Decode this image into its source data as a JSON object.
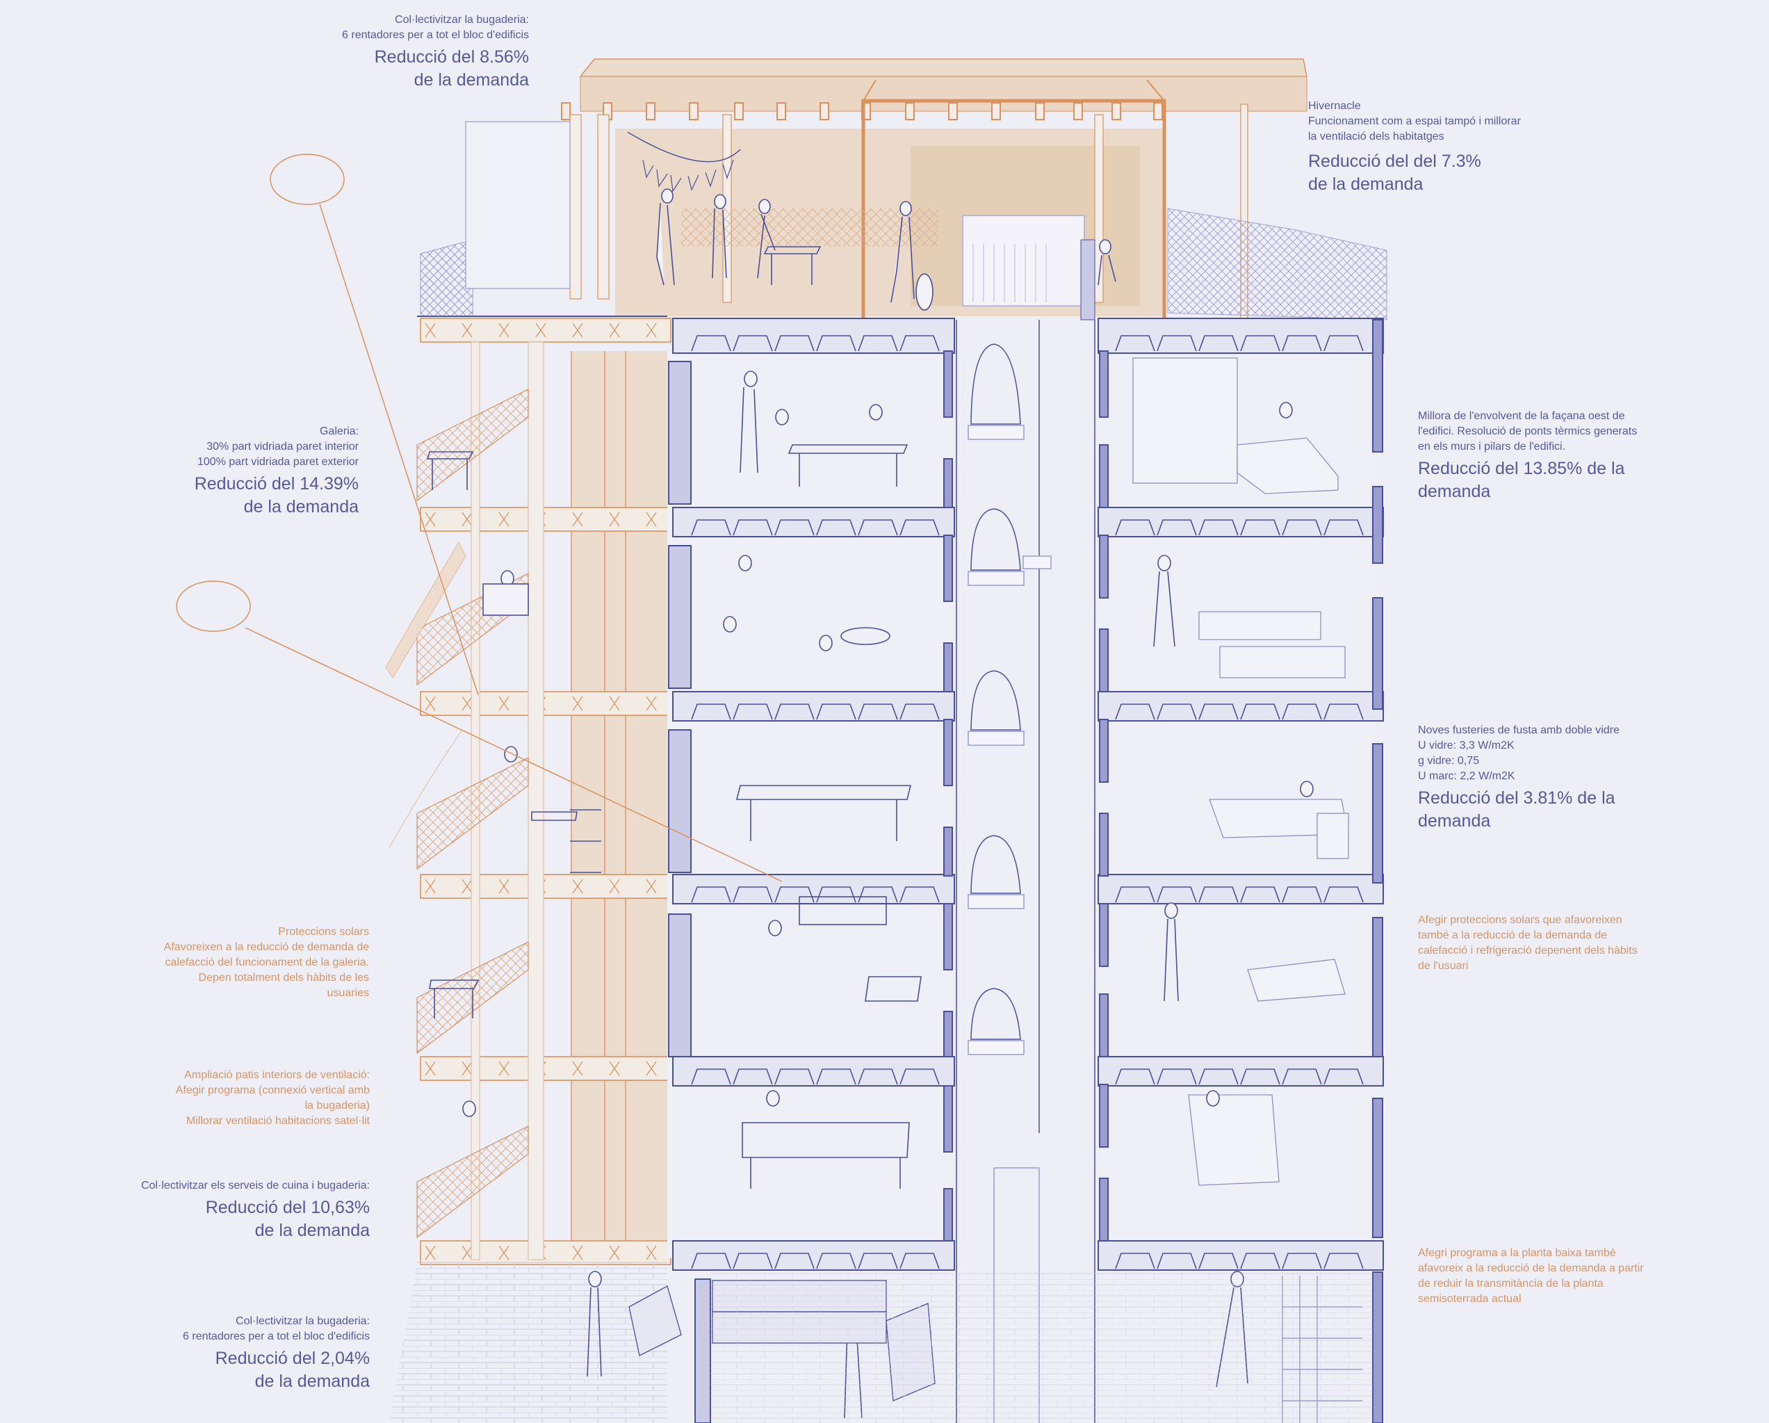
{
  "colors": {
    "background": "#eeeff6",
    "line_blue": "#4a4f9a",
    "text_blue": "#55599c",
    "orange_line": "#d9915e",
    "orange_fill": "#ebd6c0",
    "blue_fill": "#c9cae6"
  },
  "annotations": {
    "laundry_top": {
      "lines": [
        "Col·lectivitzar la bugaderia:",
        "6 rentadores per a tot el bloc d'edificis"
      ],
      "result": [
        "Reducció del 8.56%",
        "de la demanda"
      ]
    },
    "greenhouse": {
      "lines": [
        "Hivernacle",
        "Funcionament com a espai tampó i millorar",
        "la ventilació dels habitatges"
      ],
      "result": [
        "Reducció del del 7.3%",
        "de la demanda"
      ]
    },
    "gallery": {
      "lines": [
        "Galeria:",
        "30% part vidriada paret interior",
        "100% part vidriada paret exterior"
      ],
      "result": [
        "Reducció del 14.39%",
        "de la demanda"
      ]
    },
    "facade_west": {
      "lines": [
        "Millora de l'envolvent de la façana oest de",
        "l'edifici. Resolució de ponts tèrmics generats",
        "en els murs i pilars de l'edifici."
      ],
      "result": [
        "Reducció del 13.85% de la",
        "demanda"
      ]
    },
    "windows": {
      "lines": [
        "Noves fusteries de fusta amb doble vidre",
        "U vidre: 3,3 W/m2K",
        "g vidre: 0,75",
        "U marc: 2,2 W/m2K"
      ],
      "result": [
        "Reducció del 3.81% de la",
        "demanda"
      ]
    },
    "solar_left": {
      "lines": [
        "Proteccions solars",
        "Afavoreixen a la reducció de demanda de",
        "calefacció del funcionament de la galeria.",
        "Depen totalment dels hàbits de les",
        "usuaries"
      ]
    },
    "solar_right": {
      "lines": [
        "Afegir proteccions solars que afavoreixen",
        "també a la reducció de la demanda de",
        "calefacció i refrigeració depenent dels hàbits",
        "de l'usuari"
      ]
    },
    "patios": {
      "lines": [
        "Ampliació patis interiors de ventilació:",
        "Afegir programa (connexió vertical amb",
        "la bugaderia)",
        "Millorar ventilació habitacions satel·lit"
      ]
    },
    "kitchen_laundry": {
      "lines": [
        "Col·lectivitzar els serveis de cuina i bugaderia:"
      ],
      "result": [
        "Reducció del 10,63%",
        "de la demanda"
      ]
    },
    "laundry_bottom": {
      "lines": [
        "Col·lectivitzar la bugaderia:",
        "6 rentadores per a tot el bloc d'edificis"
      ],
      "result": [
        "Reducció del 2,04%",
        "de la demanda"
      ]
    },
    "ground_floor": {
      "lines": [
        "Afegri programa a la planta baixa també",
        "afavoreix a la reducció de la demanda a partir",
        "de reduir la transmitància de la planta",
        "semisoterrada actual"
      ]
    }
  },
  "building": {
    "floors": [
      "rooftop-greenhouse",
      "floor-5",
      "floor-4",
      "floor-3",
      "floor-2",
      "floor-1",
      "ground-floor-market"
    ],
    "rooms_left": [
      "dining-kitchen",
      "living-play",
      "dining-room",
      "living-dining",
      "dining-room",
      "market"
    ],
    "rooms_right": [
      "bedroom",
      "bedroom",
      "bedroom",
      "bedroom",
      "bedroom",
      "stairs"
    ]
  }
}
